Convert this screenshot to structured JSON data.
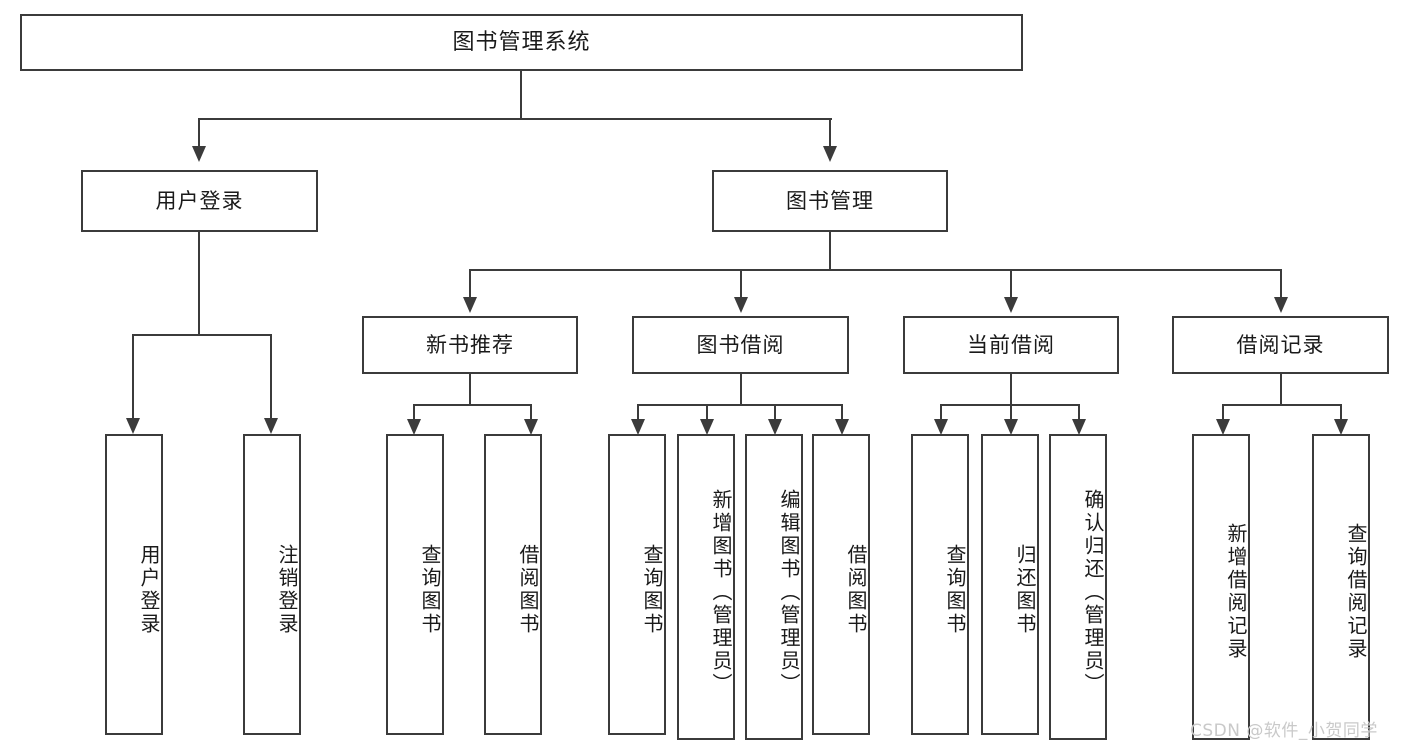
{
  "diagram": {
    "type": "tree",
    "title": "图书管理系统",
    "root": {
      "label": "图书管理系统"
    },
    "level1": [
      {
        "label": "用户登录"
      },
      {
        "label": "图书管理"
      }
    ],
    "level2": [
      {
        "label": "新书推荐"
      },
      {
        "label": "图书借阅"
      },
      {
        "label": "当前借阅"
      },
      {
        "label": "借阅记录"
      }
    ],
    "leaves": {
      "user_login": [
        {
          "label": "用户登录"
        },
        {
          "label": "注销登录"
        }
      ],
      "new_book_recommend": [
        {
          "label": "查询图书"
        },
        {
          "label": "借阅图书"
        }
      ],
      "book_borrow": [
        {
          "label": "查询图书"
        },
        {
          "label": "新增图书（管理员）"
        },
        {
          "label": "编辑图书（管理员）"
        },
        {
          "label": "借阅图书"
        }
      ],
      "current_borrow": [
        {
          "label": "查询图书"
        },
        {
          "label": "归还图书"
        },
        {
          "label": "确认归还（管理员）"
        }
      ],
      "borrow_record": [
        {
          "label": "新增借阅记录"
        },
        {
          "label": "查询借阅记录"
        }
      ]
    }
  },
  "watermark": {
    "text": "CSDN @软件_小贺同学"
  },
  "colors": {
    "stroke": "#3b3b3b",
    "text": "#1a1a1a",
    "background": "#ffffff",
    "watermark": "#c9c9c9"
  }
}
